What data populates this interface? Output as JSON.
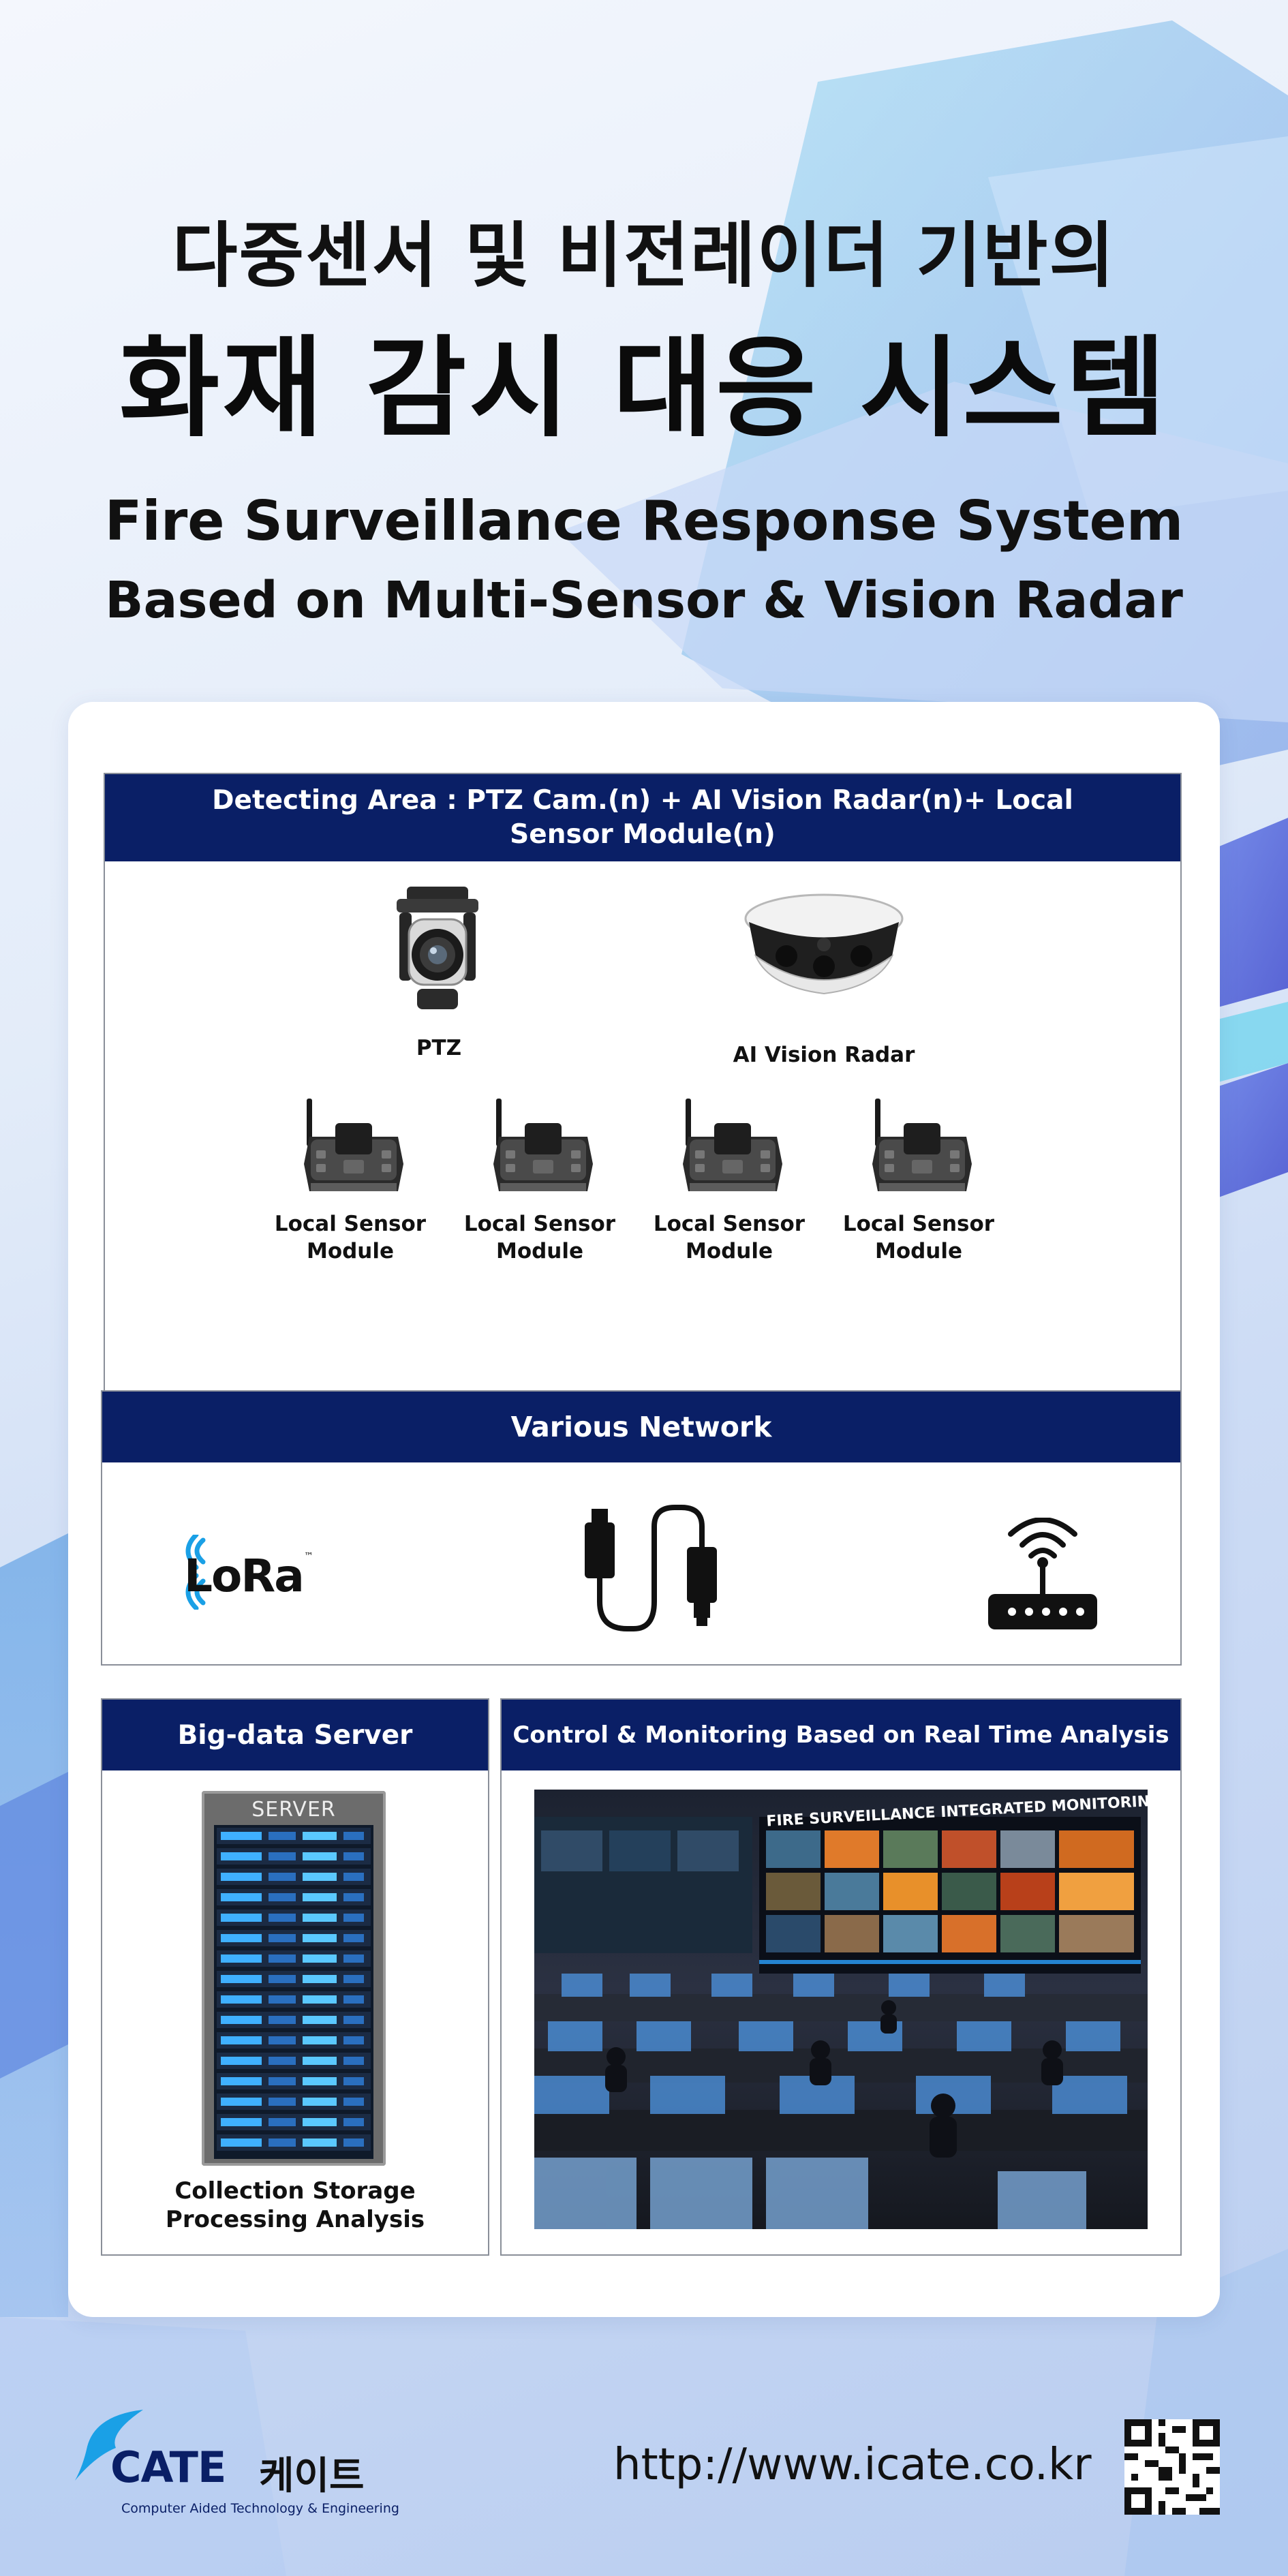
{
  "header": {
    "title_kr_line1": "다중센서 및 비전레이더 기반의",
    "title_kr_line2": "화재 감시 대응 시스템",
    "title_en_line1": "Fire Surveillance Response System",
    "title_en_line2": "Based on Multi-Sensor & Vision Radar"
  },
  "detecting_area": {
    "heading": "Detecting Area : PTZ Cam.(n) + AI Vision Radar(n)+ Local Sensor Module(n)",
    "devices": [
      {
        "label": "PTZ",
        "icon": "ptz-camera-icon"
      },
      {
        "label": "AI Vision Radar",
        "icon": "vision-radar-icon"
      }
    ],
    "sensor_modules": [
      "Local Sensor\nModule",
      "Local Sensor\nModule",
      "Local Sensor\nModule",
      "Local Sensor\nModule"
    ]
  },
  "network": {
    "heading": "Various Network",
    "lora_text": "LoRa",
    "lora_tm": "™",
    "icons": [
      "lora-icon",
      "cable-icon",
      "wireless-router-icon"
    ]
  },
  "server": {
    "heading": "Big-data Server",
    "rack_label": "SERVER",
    "caption": "Collection Storage\nProcessing Analysis"
  },
  "monitoring": {
    "heading": "Control & Monitoring Based on Real Time Analysis",
    "screen_banner": "FIRE SURVEILLANCE INTEGRATED MONITORING"
  },
  "footer": {
    "brand": "CATE",
    "brand_kr": "케이트",
    "tagline": "Computer Aided Technology & Engineering",
    "url": "http://www.icate.co.kr"
  },
  "colors": {
    "header_navy": "#0a1f66",
    "accent_blue": "#1aa0e6"
  }
}
